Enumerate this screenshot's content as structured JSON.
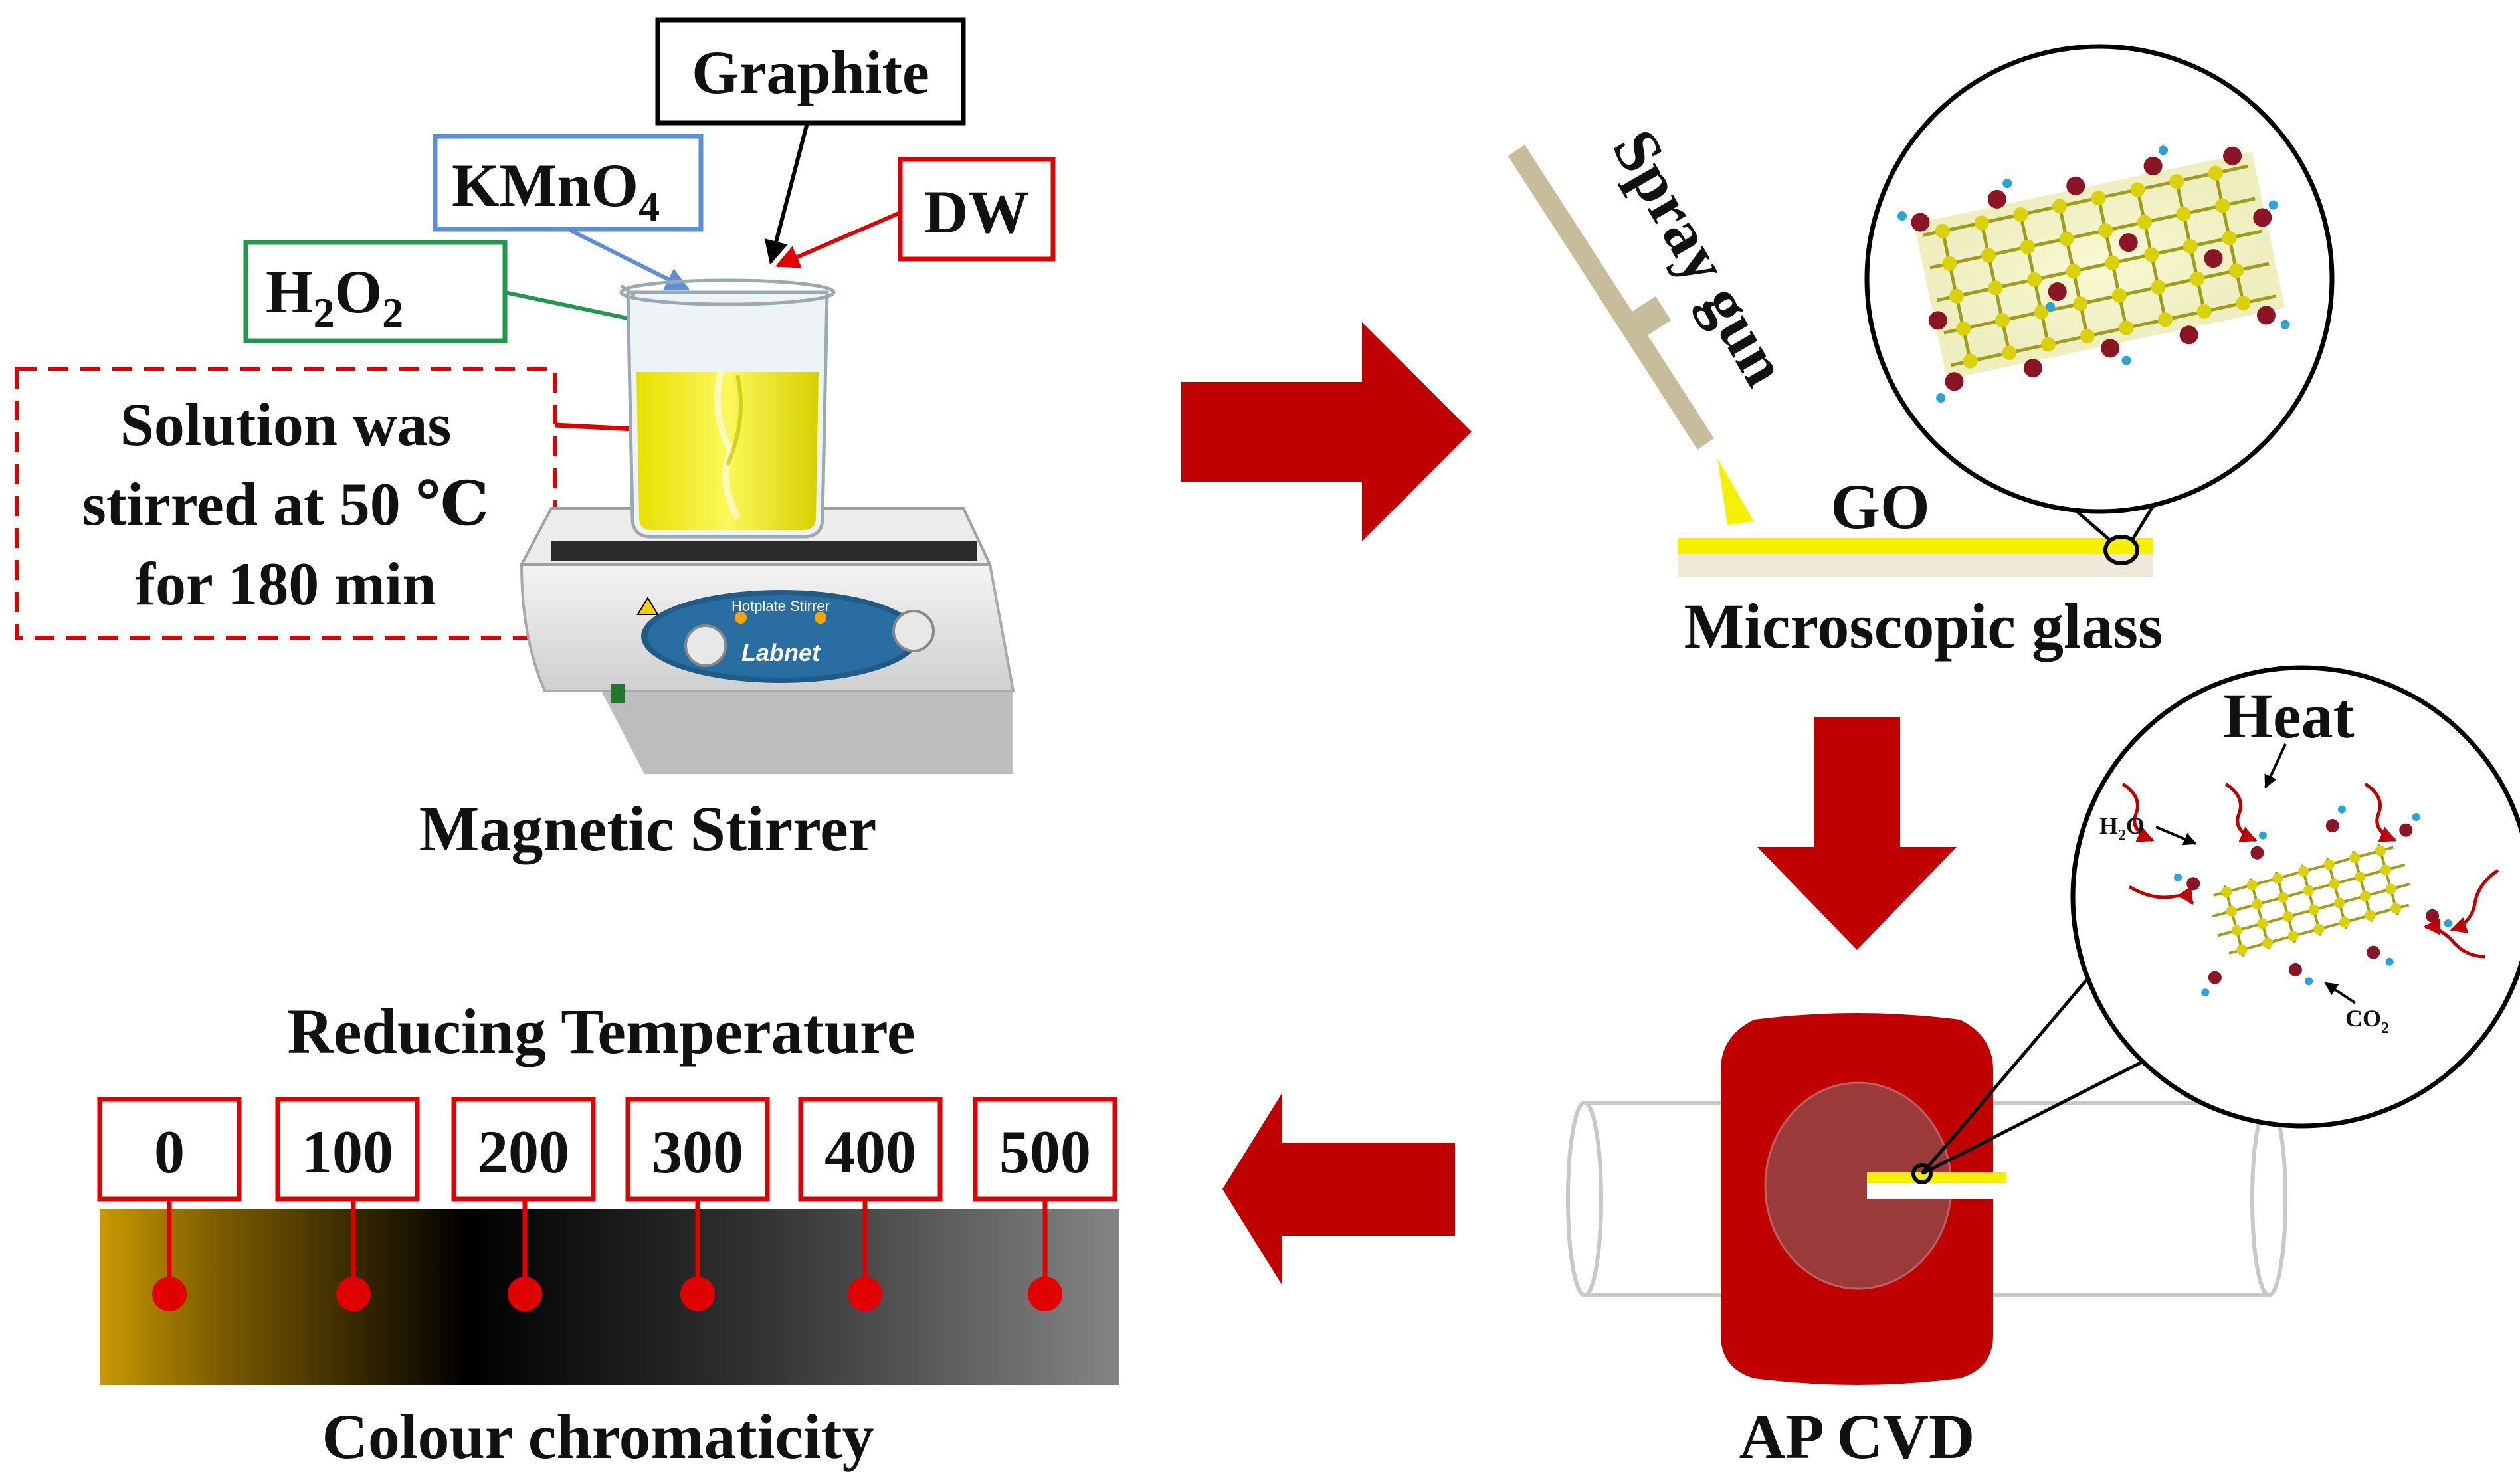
{
  "stirring": {
    "graphite_label": "Graphite",
    "kmno4_label_main": "KMnO",
    "kmno4_label_sub": "4",
    "dw_label": "DW",
    "h2o2_label_h": "H",
    "h2o2_label_sub1": "2",
    "h2o2_label_o": "O",
    "h2o2_label_sub2": "2",
    "condition_line1": "Solution was",
    "condition_line2": "stirred at 50 ℃",
    "condition_line3": "for 180 min",
    "device_label": "Magnetic Stirrer",
    "device_panel_text": "Hotplate Stirrer",
    "device_brand": "Labnet"
  },
  "spray": {
    "spray_gun_label": "Spray gun",
    "film_label": "GO",
    "substrate_label": "Microscopic glass"
  },
  "cvd": {
    "heat_label": "Heat",
    "h2o_label_h": "H",
    "h2o_label_sub": "2",
    "h2o_label_o": "O",
    "co2_label_co": "CO",
    "co2_label_sub": "2",
    "device_label": "AP CVD"
  },
  "temperature_scale": {
    "title": "Reducing Temperature",
    "values": [
      "0",
      "100",
      "200",
      "300",
      "400",
      "500"
    ],
    "bar_label": "Colour chromaticity"
  },
  "colors": {
    "arrow_red": "#c00000",
    "film_yellow": "#f5f000",
    "marker_red": "#e00000",
    "box_black": "#000000",
    "box_blue": "#5b8fd6",
    "box_green": "#1e9a4a",
    "box_red": "#e00000",
    "bar_start": "#c8a000",
    "bar_dark": "#000000",
    "bar_end": "#808080"
  }
}
